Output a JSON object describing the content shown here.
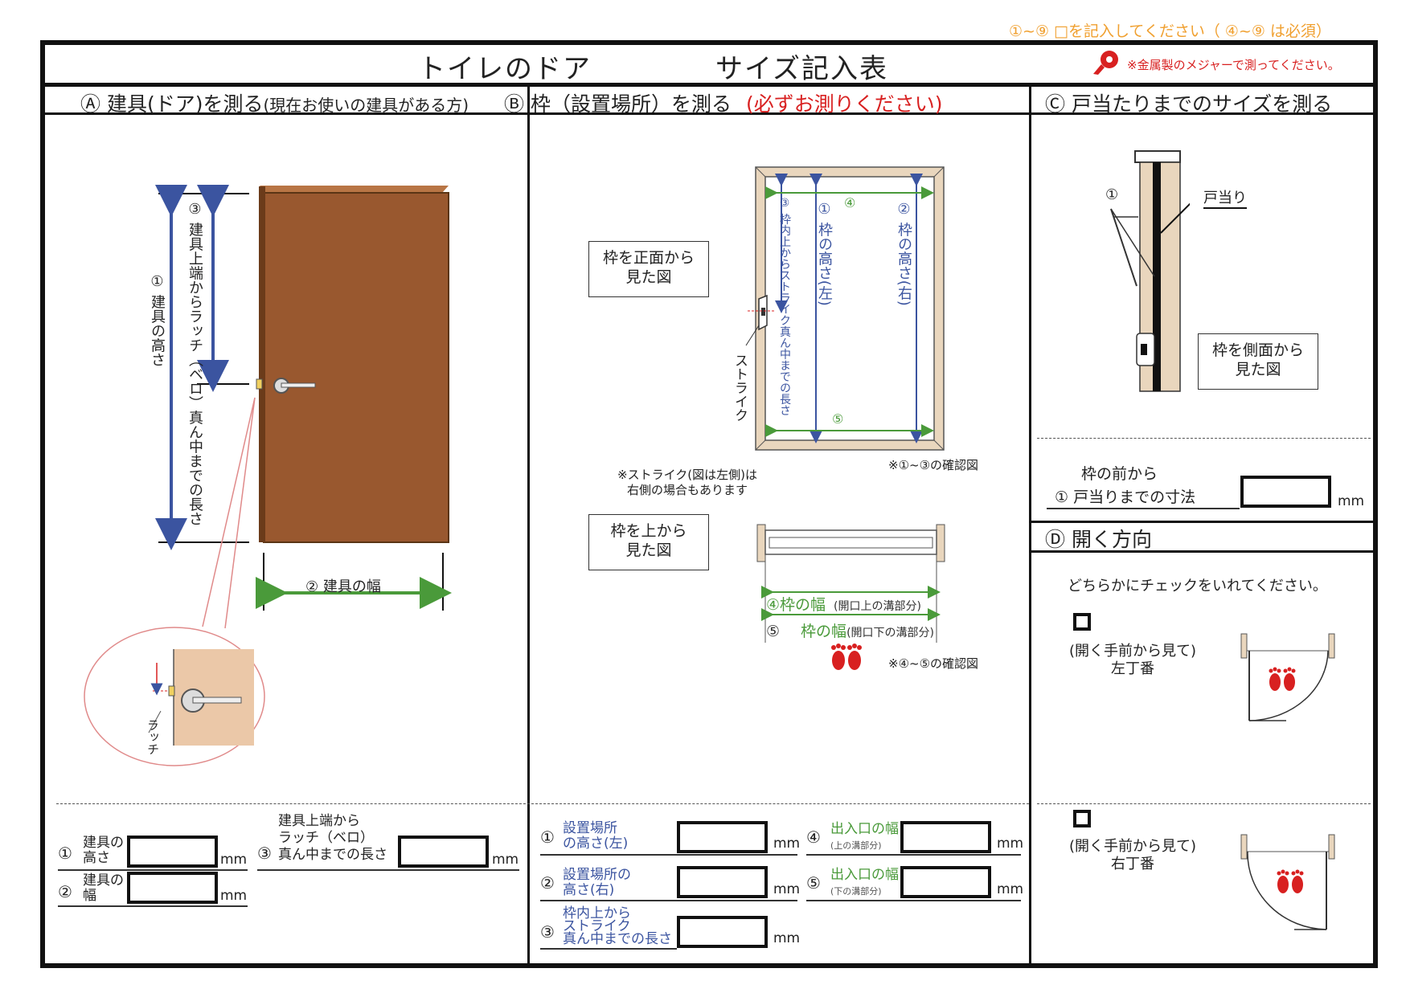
{
  "top_note": "①~⑨ □を記入してください（ ④~⑨ は必須）",
  "title_left": "トイレのドア",
  "title_right": "サイズ記入表",
  "metal_note": "※金属製のメジャーで測ってください。",
  "sectionA": {
    "heading": "Ⓐ 建具(ドア)を測る",
    "sub": "(現在お使いの建具がある方)",
    "label_height": "① 建具の高さ",
    "label_latch": "③ 建具上端からラッチ（ベロ）真ん中までの長さ",
    "label_width": "② 建具の幅",
    "latch_label": "ラッチ",
    "form": {
      "f1_num": "①",
      "f1_label_1": "建具の",
      "f1_label_2": "高さ",
      "f2_num": "②",
      "f2_label_1": "建具の",
      "f2_label_2": "幅",
      "f3_num": "③",
      "f3_label_1": "建具上端から",
      "f3_label_2": "ラッチ（ベロ）",
      "f3_label_3": "真ん中までの長さ",
      "unit": "mm"
    }
  },
  "sectionB": {
    "heading": "Ⓑ 枠（設置場所）を測る",
    "required": "(必ずお測りください)",
    "front_view": "枠を正面から見た図",
    "front_view_1": "枠を正面から",
    "front_view_2": "見た図",
    "top_view_1": "枠を上から",
    "top_view_2": "見た図",
    "strike_label": "ストライク",
    "strike_note_1": "※ストライク(図は左側)は",
    "strike_note_2": "右側の場合もあります",
    "confirm_13": "※①~③の確認図",
    "confirm_45": "※④~⑤の確認図",
    "v3": "③ 枠内上からストライク真ん中までの長さ",
    "v1": "① 枠の高さ(左)",
    "v2": "② 枠の高さ(右)",
    "h4": "④",
    "h5": "⑤",
    "w4_label": "④枠の幅",
    "w4_sub": "(開口上の溝部分)",
    "w5_num": "⑤",
    "w5_label": "枠の幅",
    "w5_sub": "(開口下の溝部分)",
    "form": {
      "f1_num": "①",
      "f1_1": "設置場所",
      "f1_2": "の高さ(左)",
      "f2_num": "②",
      "f2_1": "設置場所の",
      "f2_2": "高さ(右)",
      "f3_num": "③",
      "f3_1": "枠内上から",
      "f3_2": "ストライク",
      "f3_3": "真ん中までの長さ",
      "f4_num": "④",
      "f4_1": "出入口の幅",
      "f4_2": "(上の溝部分)",
      "f5_num": "⑤",
      "f5_1": "出入口の幅",
      "f5_2": "(下の溝部分)",
      "unit": "mm"
    }
  },
  "sectionC": {
    "heading": "Ⓒ 戸当たりまでのサイズを測る",
    "doorstop_label": "戸当り",
    "side_view_1": "枠を側面から",
    "side_view_2": "見た図",
    "num1": "①",
    "field_label_1": "枠の前から",
    "field_label_2": "① 戸当りまでの寸法",
    "unit": "mm"
  },
  "sectionD": {
    "heading": "Ⓓ 開く方向",
    "instruction": "どちらかにチェックをいれてください。",
    "opt1_1": "(開く手前から見て)",
    "opt1_2": "左丁番",
    "opt2_1": "(開く手前から見て)",
    "opt2_2": "右丁番"
  },
  "colors": {
    "door": "#99582f",
    "frame_wood": "#e9d6bd",
    "arrow_blue": "#3b54a0",
    "arrow_green": "#4a9a3a",
    "accent_red": "#d82020",
    "note_orange": "#f0a030"
  }
}
